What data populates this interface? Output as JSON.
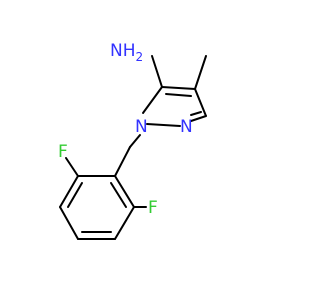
{
  "colors": {
    "background": "#ffffff",
    "bond": "#000000",
    "nitrogen": "#3333ff",
    "fluorine": "#33cc33"
  },
  "atoms": {
    "amine": {
      "label": "NH",
      "subscript": "2"
    },
    "ring_n1": {
      "label": "N"
    },
    "ring_n2": {
      "label": "N"
    },
    "fluorine_top": {
      "label": "F"
    },
    "fluorine_bottom": {
      "label": "F"
    }
  }
}
